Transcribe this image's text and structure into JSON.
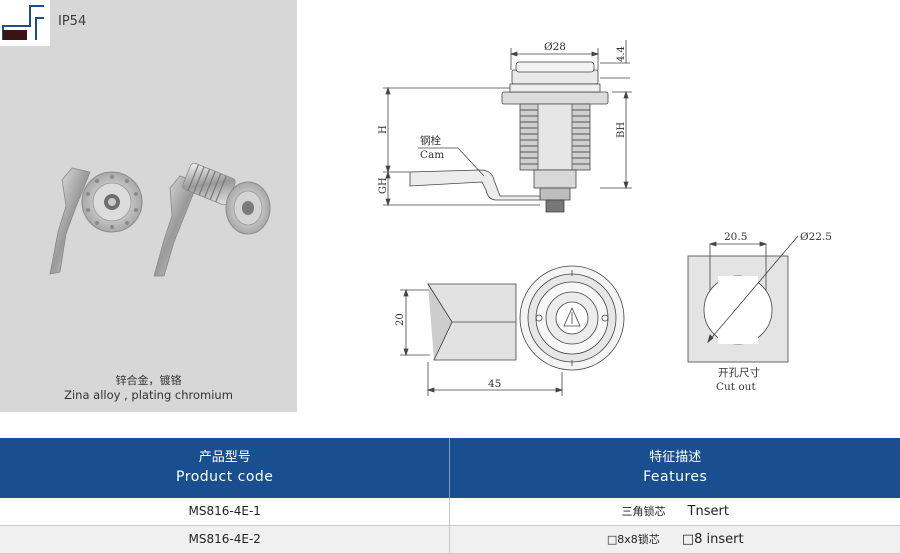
{
  "product_panel": {
    "rating": "IP54",
    "material_cn": "锌合金，镀铬",
    "material_en": "Zina alloy , plating chromium"
  },
  "drawing": {
    "dim_diameter_top": "Ø28",
    "dim_top_height": "4.4",
    "dim_h": "H",
    "dim_bh": "BH",
    "dim_gh": "GH",
    "cam_label_cn": "钢栓",
    "cam_label_en": "Cam",
    "dim_front_height": "20",
    "dim_front_length": "45",
    "dim_cutout_width": "20.5",
    "dim_cutout_diameter": "Ø22.5",
    "cutout_label_cn": "开孔尺寸",
    "cutout_label_en": "Cut out"
  },
  "table": {
    "header_code_cn": "产品型号",
    "header_code_en": "Product  code",
    "header_features_cn": "特征描述",
    "header_features_en": "Features",
    "rows": [
      {
        "code": "MS816-4E-1",
        "feature_cn": "三角锁芯",
        "feature_en": "Tnsert"
      },
      {
        "code": "MS816-4E-2",
        "feature_cn": "□8x8锁芯",
        "feature_en": "□8 insert"
      }
    ]
  },
  "colors": {
    "header_blue": "#1a4f8f",
    "panel_gray": "#d7d7d7"
  }
}
